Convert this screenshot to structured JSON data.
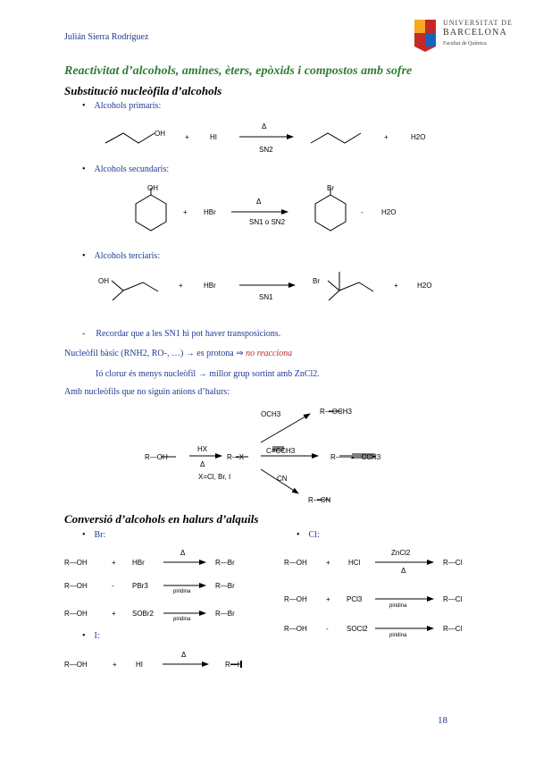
{
  "header": {
    "author": "Julián Sierra Rodríguez",
    "logo_line1": "UNIVERSITAT DE",
    "logo_line2": "BARCELONA",
    "logo_line3": "Facultat de Química"
  },
  "title": "Reactivitat d’alcohols, amines, èters, epòxids i compostos amb sofre",
  "section1": {
    "heading": "Substitució nucleòfila d’alcohols",
    "primary": "Alcohols primaris:",
    "secondary": "Alcohols secundaris:",
    "tertiary": "Alcohols terciaris:",
    "note": "Recordar que a les SN1 hi pot haver transposicions.",
    "basic_nuc": "Nucleòfil bàsic (RNH2, RO-, …) → es protona ⇒",
    "no_react": "no reacciona",
    "chloride": "Ió clorur és menys nucleòfil → millor grup sortint amb ZnCl2.",
    "non_halide": "Amb nucleòfils que no siguin anions d’halurs:"
  },
  "section2": {
    "heading": "Conversió d’alcohols en halurs d’alquils",
    "br": "Br:",
    "cl": "Cl:",
    "i": "I:"
  },
  "chem": {
    "oh": "OH",
    "hi": "HI",
    "hbr": "HBr",
    "h2o": "H2O",
    "plus": "+",
    "minus": "-",
    "delta": "Δ",
    "sn2": "SN2",
    "sn1": "SN1",
    "sn1osn2": "SN1 o SN2",
    "br_atom": "Br",
    "hx": "HX",
    "r_oh": "R—OH",
    "r_x": "R—X",
    "x_def": "X=Cl, Br, I",
    "och3": "OCH3",
    "r_och3": "R—OCH3",
    "c_cch3": "C≡CCH3",
    "r_cch3": "R——≡—CCH3",
    "cn": "CN",
    "r_cn": "R—CN",
    "r_br": "R—Br",
    "r_cl": "R—Cl",
    "r_i": "R—I",
    "pbr3": "PBr3",
    "socl_br": "SOBr2",
    "piridina": "piridina",
    "hcl": "HCl",
    "zncl2": "ZnCl2",
    "pcl3": "PCl3",
    "socl2": "SOCl2"
  },
  "page_number": "18"
}
